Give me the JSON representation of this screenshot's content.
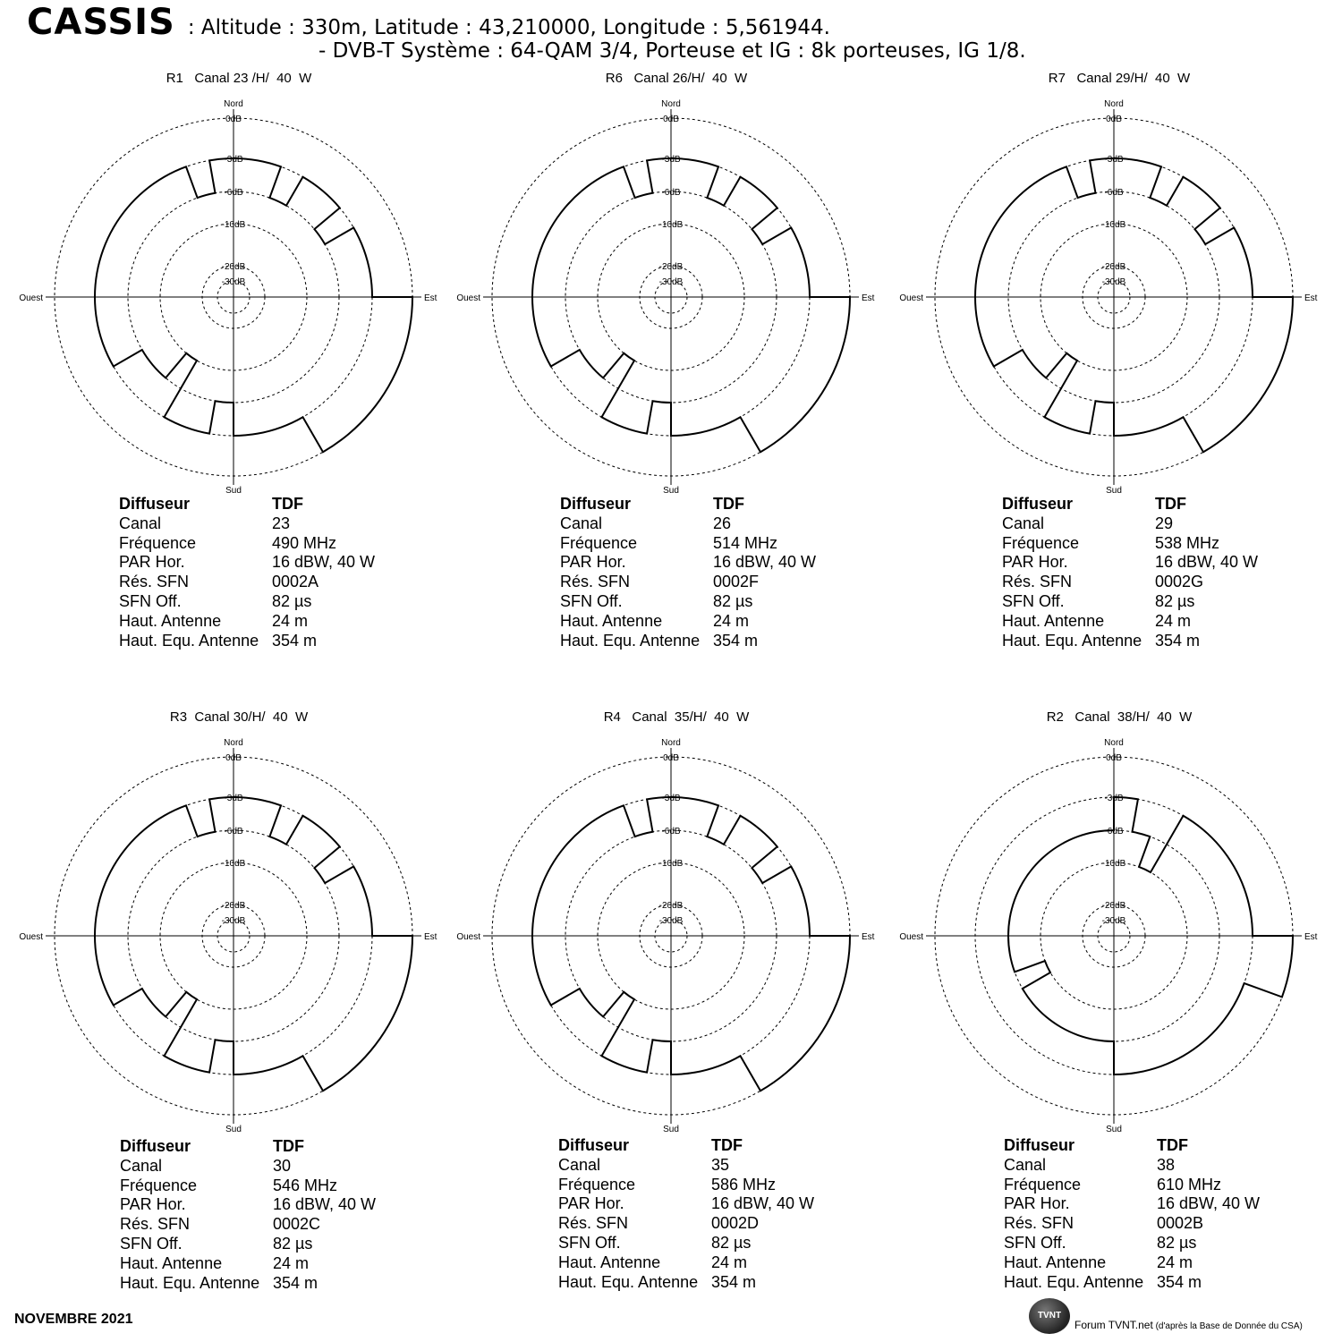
{
  "header": {
    "site_name": "CASSIS",
    "site_meta": ": Altitude : 330m,  Latitude : 43,210000,  Longitude : 5,561944.",
    "subtitle": "- DVB-T  Système : 64-QAM 3/4,  Porteuse et IG : 8k porteuses, IG 1/8."
  },
  "polar_labels": {
    "north": "Nord",
    "south": "Sud",
    "east": "Est",
    "west": "Ouest",
    "rings": [
      "0dB",
      "-3dB",
      "-6dB",
      "-10dB",
      "-20dB",
      "-30dB"
    ]
  },
  "info_labels": {
    "diffuseur": "Diffuseur",
    "canal": "Canal",
    "frequence": "Fréquence",
    "par": "PAR Hor.",
    "res_sfn": "Rés. SFN",
    "sfn_off": "SFN Off.",
    "haut_antenne": "Haut. Antenne",
    "haut_equ": "Haut. Equ. Antenne"
  },
  "muxes": [
    {
      "title": "R1   Canal 23 /H/  40  W",
      "diffuseur": "TDF",
      "canal": "23",
      "frequence": "490 MHz",
      "par": "16 dBW, 40 W",
      "res_sfn": "0002A",
      "sfn_off": "82 µs",
      "haut_antenne": "24 m",
      "haut_equ": "354 m"
    },
    {
      "title": "R6   Canal 26/H/  40  W",
      "diffuseur": "TDF",
      "canal": "26",
      "frequence": "514 MHz",
      "par": "16 dBW, 40 W",
      "res_sfn": "0002F",
      "sfn_off": "82 µs",
      "haut_antenne": "24 m",
      "haut_equ": "354 m"
    },
    {
      "title": "R7   Canal 29/H/  40  W",
      "diffuseur": "TDF",
      "canal": "29",
      "frequence": "538 MHz",
      "par": "16 dBW, 40 W",
      "res_sfn": "0002G",
      "sfn_off": "82 µs",
      "haut_antenne": "24 m",
      "haut_equ": "354 m"
    },
    {
      "title": "R3  Canal 30/H/  40  W",
      "diffuseur": "TDF",
      "canal": "30",
      "frequence": "546 MHz",
      "par": "16 dBW, 40 W",
      "res_sfn": "0002C",
      "sfn_off": "82 µs",
      "haut_antenne": "24 m",
      "haut_equ": "354 m"
    },
    {
      "title": "R4   Canal  35/H/  40  W",
      "diffuseur": "TDF",
      "canal": "35",
      "frequence": "586 MHz",
      "par": "16 dBW, 40 W",
      "res_sfn": "0002D",
      "sfn_off": "82 µs",
      "haut_antenne": "24 m",
      "haut_equ": "354 m"
    },
    {
      "title": "R2   Canal  38/H/  40  W",
      "diffuseur": "TDF",
      "canal": "38",
      "frequence": "610  MHz",
      "par": "16 dBW, 40 W",
      "res_sfn": "0002B",
      "sfn_off": "82 µs",
      "haut_antenne": "24 m",
      "haut_equ": "354 m"
    }
  ],
  "chart_data": {
    "type": "polar-step",
    "angle_step_deg": 10,
    "radial_unit": "dB",
    "patterns": [
      {
        "attenuation_db": [
          -3,
          -3,
          -6,
          -3,
          -3,
          -6,
          -3,
          -3,
          -3,
          0,
          0,
          0,
          0,
          0,
          0,
          -3,
          -3,
          -3,
          -6,
          -3,
          -3,
          -10,
          -6,
          -6,
          -3,
          -3,
          -3,
          -3,
          -3,
          -3,
          -3,
          -3,
          -3,
          -3,
          -6,
          -3
        ]
      },
      {
        "attenuation_db": [
          -3,
          -3,
          -6,
          -3,
          -3,
          -6,
          -3,
          -3,
          -3,
          0,
          0,
          0,
          0,
          0,
          0,
          -3,
          -3,
          -3,
          -6,
          -3,
          -3,
          -10,
          -6,
          -6,
          -3,
          -3,
          -3,
          -3,
          -3,
          -3,
          -3,
          -3,
          -3,
          -3,
          -6,
          -3
        ]
      },
      {
        "attenuation_db": [
          -3,
          -3,
          -6,
          -3,
          -3,
          -6,
          -3,
          -3,
          -3,
          0,
          0,
          0,
          0,
          0,
          0,
          -3,
          -3,
          -3,
          -6,
          -3,
          -3,
          -10,
          -6,
          -6,
          -3,
          -3,
          -3,
          -3,
          -3,
          -3,
          -3,
          -3,
          -3,
          -3,
          -6,
          -3
        ]
      },
      {
        "attenuation_db": [
          -3,
          -3,
          -6,
          -3,
          -3,
          -6,
          -3,
          -3,
          -3,
          0,
          0,
          0,
          0,
          0,
          0,
          -3,
          -3,
          -3,
          -6,
          -3,
          -3,
          -10,
          -6,
          -6,
          -3,
          -3,
          -3,
          -3,
          -3,
          -3,
          -3,
          -3,
          -3,
          -3,
          -6,
          -3
        ]
      },
      {
        "attenuation_db": [
          -3,
          -3,
          -6,
          -3,
          -3,
          -6,
          -3,
          -3,
          -3,
          0,
          0,
          0,
          0,
          0,
          0,
          -3,
          -3,
          -3,
          -6,
          -3,
          -3,
          -10,
          -6,
          -6,
          -3,
          -3,
          -3,
          -3,
          -3,
          -3,
          -3,
          -3,
          -3,
          -3,
          -6,
          -3
        ]
      },
      {
        "attenuation_db": [
          -3,
          -6,
          -10,
          -3,
          -3,
          -3,
          -3,
          -3,
          -3,
          0,
          0,
          -3,
          -3,
          -3,
          -3,
          -3,
          -3,
          -3,
          -6,
          -6,
          -6,
          -6,
          -6,
          -6,
          -10,
          -6,
          -6,
          -6,
          -6,
          -6,
          -6,
          -6,
          -6,
          -6,
          -6,
          -6
        ]
      }
    ]
  },
  "footer": {
    "date": "NOVEMBRE 2021",
    "logo_text": "TVNT",
    "credit": "Forum TVNT.net",
    "credit_note": " (d'après la Base de Donnée du CSA)"
  }
}
